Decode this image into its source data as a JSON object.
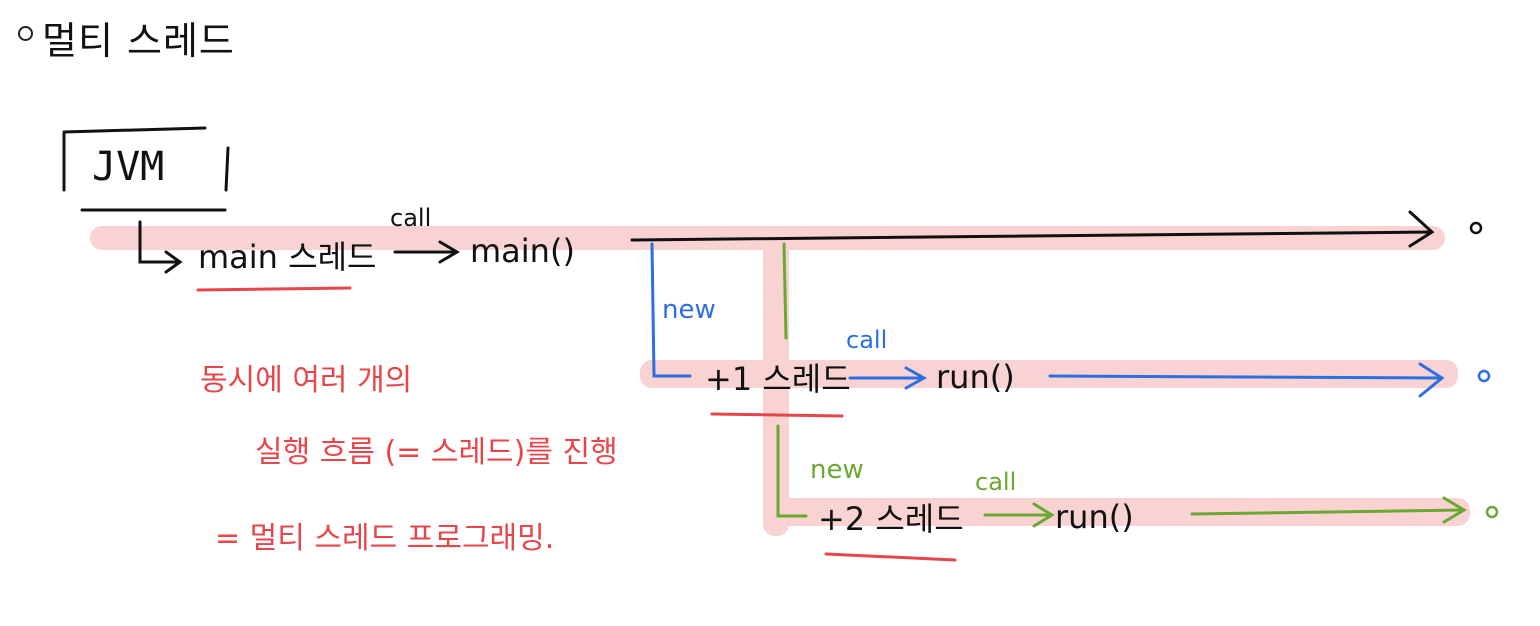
{
  "title": "멀티 스레드",
  "jvm_label": "JVM",
  "main_thread_label": "main 스레드",
  "main_call_label": "call",
  "main_method_label": "main()",
  "new_label_1": "new",
  "thread1_label": "+1 스레드",
  "thread1_call_label": "call",
  "thread1_run_label": "run()",
  "new_label_2": "new",
  "thread2_label": "+2 스레드",
  "thread2_call_label": "call",
  "thread2_run_label": "run()",
  "note_line1": "동시에 여러 개의",
  "note_line2": "실행 흐름 (= 스레드)를 진행",
  "note_line3": "= 멀티 스레드 프로그래밍.",
  "colors": {
    "ink": "#111111",
    "red": "#e8454a",
    "blue": "#2b6fe0",
    "green": "#6aa832",
    "highlight": "#f7c4c4"
  }
}
